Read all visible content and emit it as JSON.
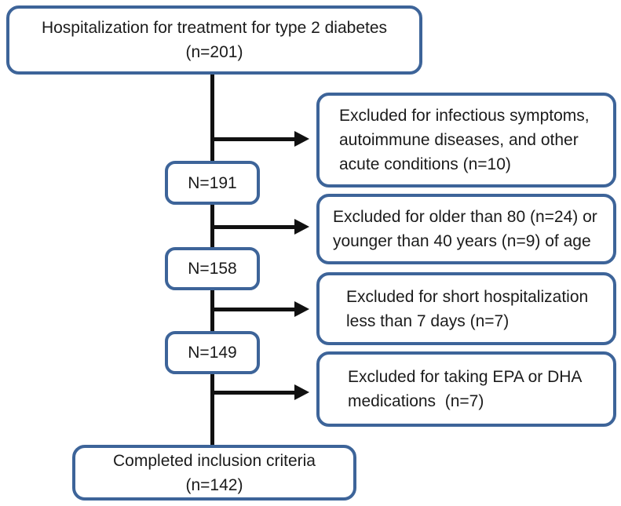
{
  "diagram": {
    "type": "flowchart",
    "colors": {
      "box_border": "#3d6499",
      "box_fill": "#ffffff",
      "line": "#111111",
      "text": "#1b1b1b"
    },
    "main_nodes": [
      {
        "id": "start",
        "text": "Hospitalization for treatment for type 2 diabetes\n(n=201)"
      },
      {
        "id": "n191",
        "text": "N=191"
      },
      {
        "id": "n158",
        "text": "N=158"
      },
      {
        "id": "n149",
        "text": "N=149"
      },
      {
        "id": "end",
        "text": "Completed inclusion criteria\n(n=142)"
      }
    ],
    "exclusion_nodes": [
      {
        "id": "excl-1",
        "text": "Excluded for infectious symptoms,\nautoimmune diseases, and other\nacute conditions (n=10)"
      },
      {
        "id": "excl-2",
        "text": "Excluded for older than 80 (n=24) or\nyounger than 40 years (n=9) of age"
      },
      {
        "id": "excl-3",
        "text": "Excluded for short hospitalization\nless than 7 days (n=7)"
      },
      {
        "id": "excl-4",
        "text": "Excluded for taking EPA or DHA\nmedications  (n=7)"
      }
    ]
  }
}
